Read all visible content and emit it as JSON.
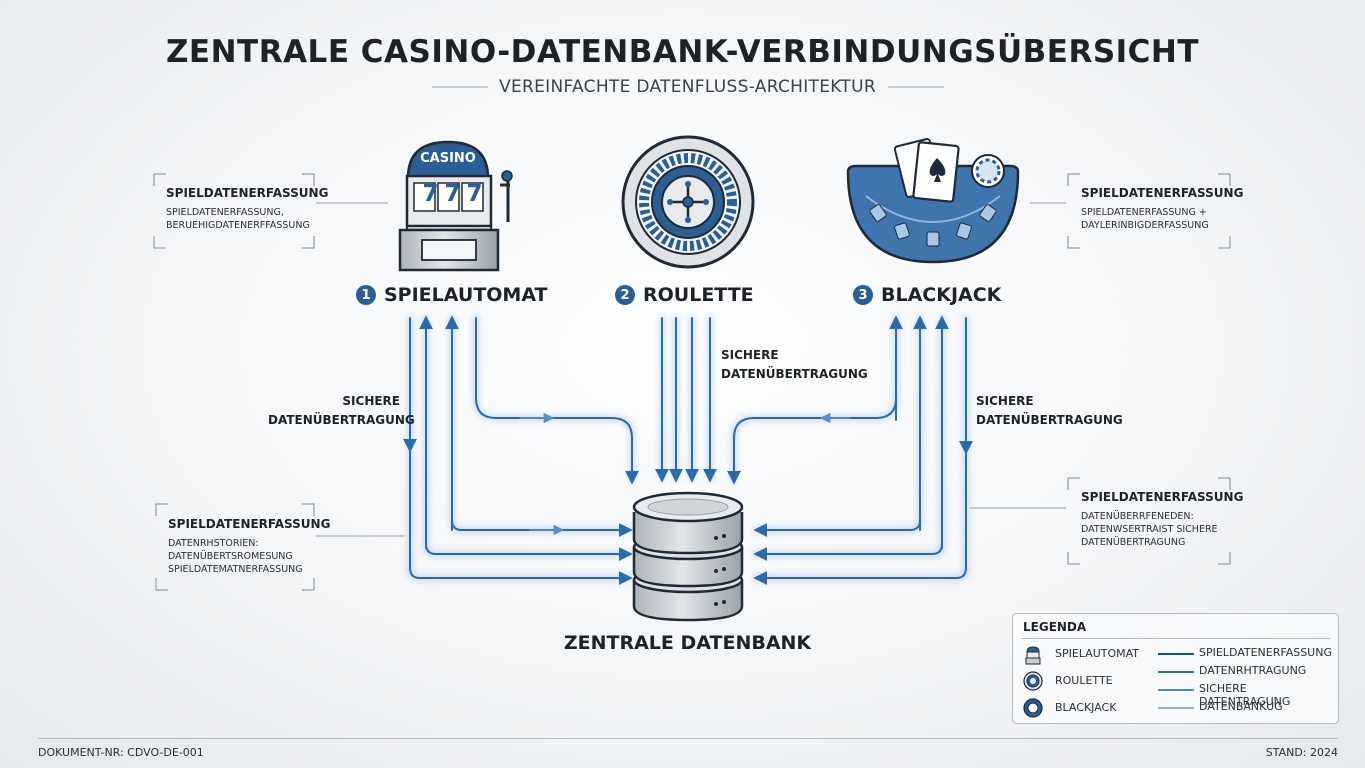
{
  "title": "ZENTRALE CASINO-DATENBANK-VERBINDUNGSÜBERSICHT",
  "subtitle": "VEREINFACHTE DATENFLUSS-ARCHITEKTUR",
  "nodes": [
    {
      "number": "1",
      "label": "SPIELAUTOMAT",
      "icon": "slot-machine-icon",
      "icon_text": "CASINO",
      "reels": "777"
    },
    {
      "number": "2",
      "label": "ROULETTE",
      "icon": "roulette-wheel-icon"
    },
    {
      "number": "3",
      "label": "BLACKJACK",
      "icon": "blackjack-table-icon"
    }
  ],
  "flow_labels": {
    "left": [
      "SICHERE",
      "DATENÜBERTRAGUNG"
    ],
    "center": [
      "SICHERE",
      "DATENÜBERTRAGUNG"
    ],
    "right": [
      "SICHERE",
      "DATENÜBERTRAGUNG"
    ]
  },
  "cards": {
    "top_left": {
      "heading": "SPIELDATENERFASSUNG",
      "lines": [
        "SPIELDATENERFASSUNG,",
        "BERUEHIGDATENERFFASSUNG"
      ]
    },
    "top_right": {
      "heading": "SPIELDATENERFASSUNG",
      "lines": [
        "SPIELDATENERFASSUNG +",
        "DAYLERINBIGDERFASSUNG"
      ]
    },
    "bottom_left": {
      "heading": "SPIELDATENERFASSUNG",
      "lines": [
        "DATENRHSTORIEN:",
        "DATENÜBERTSROMESUNG",
        "SPIELDATEMATNERFASSUNG"
      ]
    },
    "bottom_right": {
      "heading": "SPIELDATENERFASSUNG",
      "lines": [
        "DATENÜBERRFENEDEN:",
        "DATENWSERTRAIST SICHERE",
        "DATENÜBERTRAGUNG"
      ]
    }
  },
  "database": {
    "label": "ZENTRALE DATENBANK",
    "icon": "database-icon"
  },
  "legend": {
    "title": "LEGENDA",
    "icons": [
      {
        "label": "SPIELAUTOMAT",
        "icon": "slot-machine-icon"
      },
      {
        "label": "ROULETTE",
        "icon": "roulette-wheel-icon"
      },
      {
        "label": "BLACKJACK",
        "icon": "chip-icon"
      }
    ],
    "lines": [
      {
        "label": "SPIELDATENERFASSUNG",
        "color": "#1f4f86"
      },
      {
        "label": "DATENRHTRAGUNG",
        "color": "#2f6aa6"
      },
      {
        "label": "SICHERE DATENTRAGUNG",
        "color": "#4f87c2"
      },
      {
        "label": "DATENBANKUG",
        "color": "#8fb3db"
      }
    ]
  },
  "footer": {
    "left": "DOKUMENT-NR: CDVO-DE-001",
    "right": "STAND: 2024"
  },
  "colors": {
    "primary": "#2b5f93",
    "flow": "#2f6aa6",
    "flow_glow": "#9cc3ec",
    "dark": "#1e2227",
    "metal": "#c9ced3"
  }
}
